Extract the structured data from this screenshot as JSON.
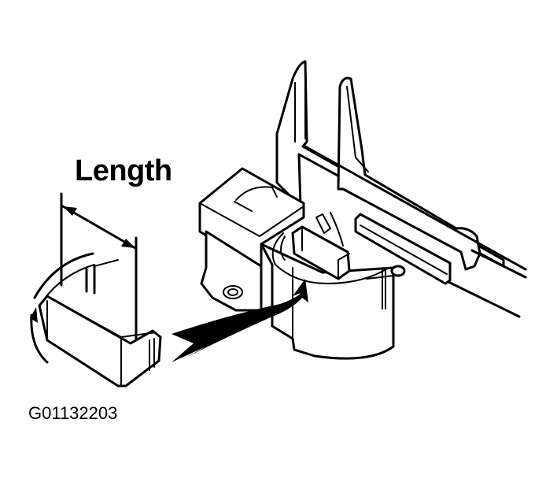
{
  "diagram": {
    "title": "Brush length measurement",
    "labels": {
      "dimension_label": "Length",
      "figure_id": "G01132203"
    },
    "components": [
      {
        "name": "carbon-brush",
        "description": "Removed brush with dimension lines"
      },
      {
        "name": "brush-holder",
        "description": "Brush holder assembly with mounting ear"
      },
      {
        "name": "vernier-caliper",
        "description": "Caliper jaws measuring brush in holder"
      },
      {
        "name": "pointer-arrow",
        "description": "Curved arrow from brush to holder"
      }
    ],
    "colors": {
      "line": "#000000",
      "background": "#ffffff"
    }
  }
}
